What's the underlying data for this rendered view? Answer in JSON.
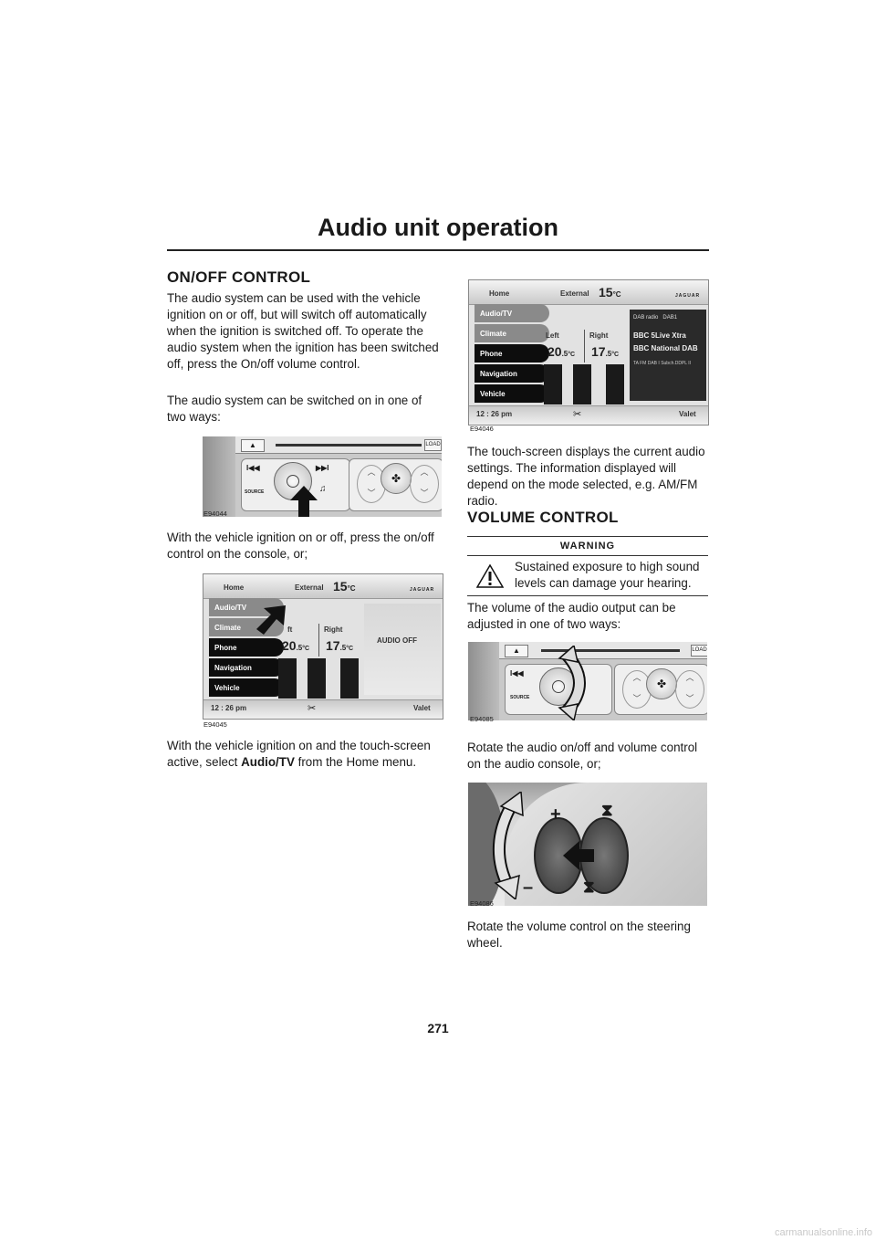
{
  "page": {
    "title": "Audio unit operation",
    "page_number": "271",
    "watermark": "carmanualsonline.info"
  },
  "left_column": {
    "heading": "ON/OFF CONTROL",
    "para1": "The audio system can be used with the vehicle ignition on or off, but will switch off automatically when the ignition is switched off. To operate the audio system when the ignition has been switched off, press the On/off volume control.",
    "para2": "The audio system can be switched on in one of two ways:",
    "fig1_caption": "E94044",
    "para3": "With the vehicle ignition on or off, press the on/off control on the console, or;",
    "fig2_caption": "E94045",
    "para4_pre": "With the vehicle ignition on and the touch-screen active, select ",
    "para4_bold": "Audio/TV",
    "para4_post": " from the Home menu."
  },
  "right_column": {
    "fig3_caption": "E94046",
    "para1": "The touch-screen displays the current audio settings. The information displayed will depend on the mode selected, e.g. AM/FM radio.",
    "heading": "VOLUME CONTROL",
    "warning_title": "WARNING",
    "warning_text": "Sustained exposure to high sound levels can damage your hearing.",
    "para2": "The volume of the audio output can be adjusted in one of two ways:",
    "fig4_caption": "E94085",
    "para3": "Rotate the audio on/off and volume control on the audio console, or;",
    "fig5_caption": "E94086",
    "para4": "Rotate the volume control on the steering wheel."
  },
  "console": {
    "load": "LOAD",
    "source": "SOURCE",
    "prev": "I◀◀",
    "next": "▶▶I",
    "note": "♫",
    "eject": "▲"
  },
  "screen": {
    "home": "Home",
    "external": "External",
    "ext_temp": "15",
    "deg": "°C",
    "brand": "JAGUAR",
    "menu": [
      "Audio/TV",
      "Climate",
      "Phone",
      "Navigation",
      "Vehicle"
    ],
    "left": "Left",
    "left_partial": "ft",
    "right": "Right",
    "left_temp": "20",
    "right_temp": "17",
    "dec": ".5",
    "time": "12 : 26 pm",
    "valet": "Valet",
    "audio_off": "AUDIO OFF",
    "dab_source": "DAB radio",
    "dab_channel": "DAB1",
    "station1": "BBC 5Live Xtra",
    "station2": "BBC National DAB",
    "status_line": "TA  FM  DAB  I Subch.DDPL II"
  },
  "steering": {
    "plus": "+",
    "minus": "–"
  }
}
